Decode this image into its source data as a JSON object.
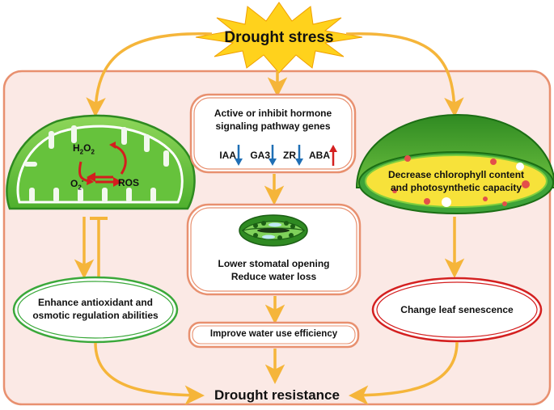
{
  "title": "Drought stress",
  "hormone": {
    "line1": "Active or inhibit hormone",
    "line2": "signaling pathway genes",
    "items": [
      {
        "label": "IAA",
        "direction": "down",
        "color": "#1f6fb5"
      },
      {
        "label": "GA3",
        "direction": "down",
        "color": "#1f6fb5"
      },
      {
        "label": "ZR",
        "direction": "down",
        "color": "#1f6fb5"
      },
      {
        "label": "ABA",
        "direction": "up",
        "color": "#d42020"
      }
    ]
  },
  "mitochondrion": {
    "h2o2": "H",
    "h2o2_sub1": "2",
    "h2o2_o": "O",
    "h2o2_sub2": "2",
    "superoxide": "O",
    "superoxide_sub": "2",
    "superoxide_sup": "-",
    "ros": "ROS"
  },
  "stomata": {
    "line1": "Lower stomatal opening",
    "line2": "Reduce water loss"
  },
  "antioxidant": {
    "line1": "Enhance antioxidant and",
    "line2": "osmotic regulation abilities"
  },
  "water_use": "Improve water use efficiency",
  "chloroplast": {
    "line1": "Decrease chlorophyll content",
    "line2": "and photosynthetic capacity"
  },
  "senescence": "Change leaf senescence",
  "outcome": "Drought resistance",
  "colors": {
    "panel_fill": "#fbe9e5",
    "panel_border": "#e8906f",
    "arrow": "#f5b53a",
    "star": "#ffd21c",
    "green_border": "#3aa83a",
    "red_border": "#d42020",
    "orange_border": "#e8906f"
  }
}
